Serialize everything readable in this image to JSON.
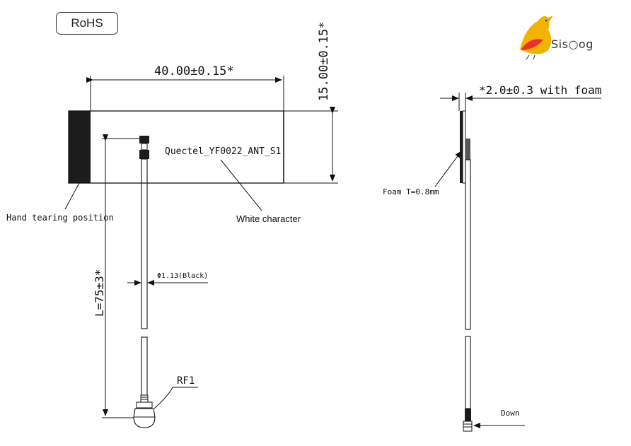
{
  "badges": {
    "rohs": "RoHS"
  },
  "logo": {
    "text": "Sis○og",
    "colors": {
      "body": "#f2b300",
      "wing": "#e8332a",
      "beak": "#f39c12"
    }
  },
  "dimensions": {
    "width": "40.00±0.15*",
    "height": "15.00±0.15*",
    "thickness": "*2.0±0.3 with foam",
    "cable_length": "L=75±3*",
    "cable_diameter": "Φ1.13(Black)",
    "foam": "Foam T=0.8mm"
  },
  "labels": {
    "part_name": "Quectel_YF0022_ANT_S1",
    "white_character": "White character",
    "hand_tearing": "Hand tearing position",
    "connector": "RF1",
    "direction": "Down"
  }
}
